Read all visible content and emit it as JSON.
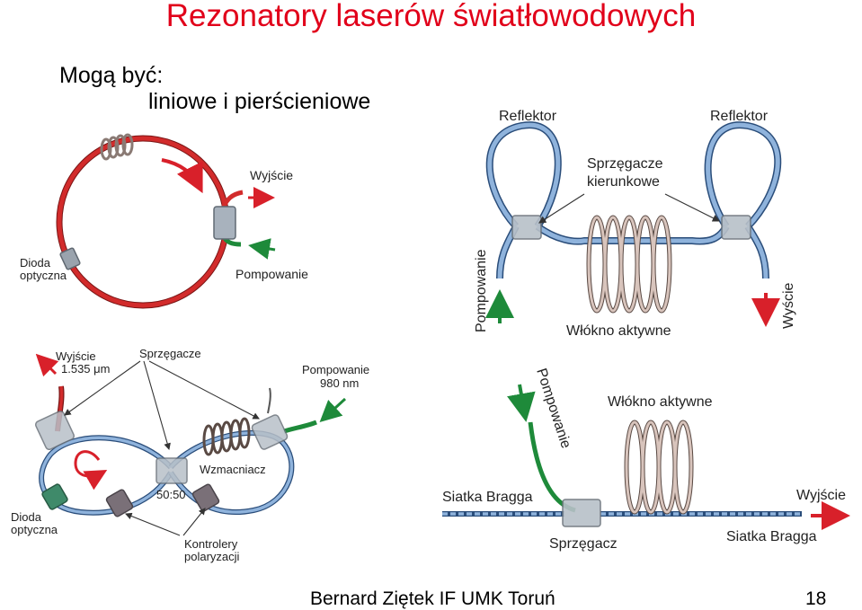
{
  "title": "Rezonatory laserów światłowodowych",
  "subtitle_line1": "Mogą być:",
  "subtitle_line2": "liniowe i pierścieniowe",
  "diagram_ring_fiber": {
    "output": "Wyjście",
    "diode": [
      "Dioda",
      "optyczna"
    ],
    "pump": "Pompowanie"
  },
  "diagram_linear_reflectors": {
    "reflector_left": "Reflektor",
    "reflector_right": "Reflektor",
    "couplers": [
      "Sprzęgacze",
      "kierunkowe"
    ],
    "pump": "Pompowanie",
    "active_fiber": "Włókno aktywne",
    "output": "Wyście"
  },
  "diagram_ring_amplifier": {
    "output": [
      "Wyjście",
      "1.535 μm"
    ],
    "couplers": "Sprzęgacze",
    "pump": [
      "Pompowanie",
      "980 nm"
    ],
    "amplifier": "Wzmacniacz",
    "ratio": "50:50",
    "diode": [
      "Dioda",
      "optyczna"
    ],
    "controllers": [
      "Kontrolery",
      "polaryzacji"
    ]
  },
  "diagram_bragg": {
    "pump": "Pompowanie",
    "active_fiber": "Włókno aktywne",
    "grating_left": "Siatka Bragga",
    "output": "Wyjście",
    "coupler": "Sprzęgacz",
    "grating_right": "Siatka Bragga"
  },
  "footer": "Bernard Ziętek IF UMK Toruń",
  "page_number": "18",
  "colors": {
    "title": "#e1001a",
    "ring_fiber": "#d22b2b",
    "blue_fiber": "#7fa7d4",
    "green_fiber": "#1e8a3a",
    "arrow_red": "#d8202a",
    "coil": "#c9b0a6"
  }
}
